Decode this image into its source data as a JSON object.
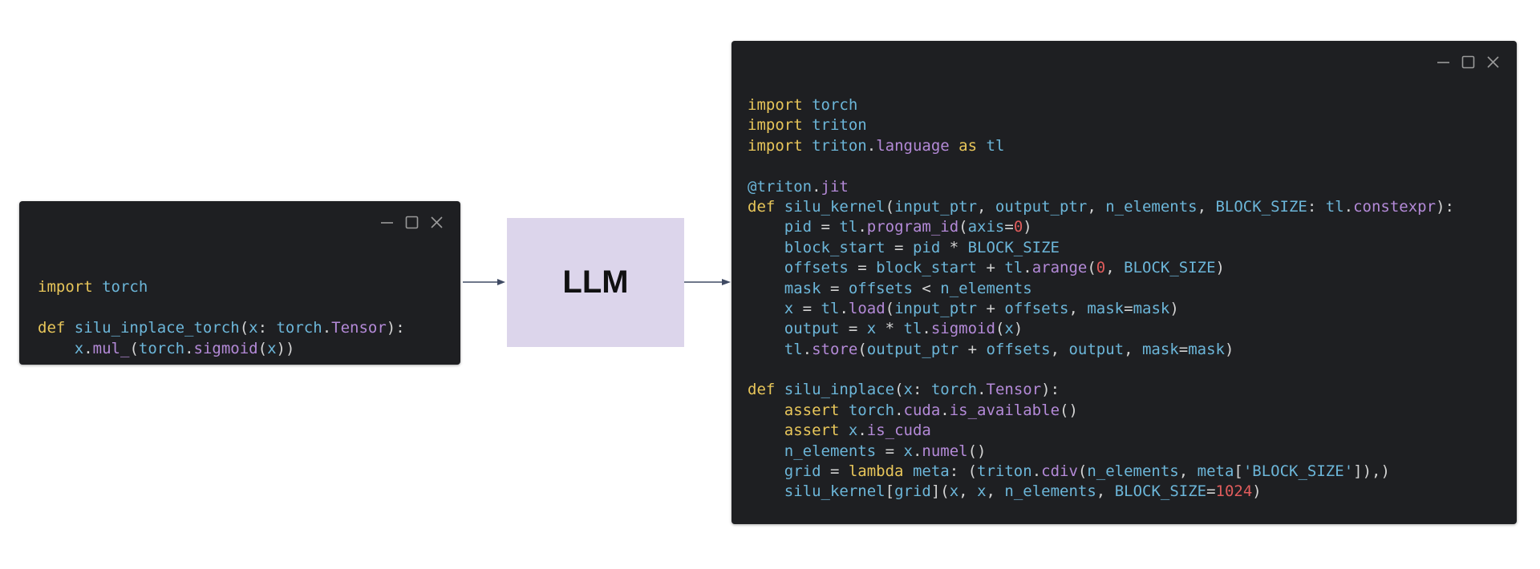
{
  "llm_label": "LLM",
  "left_window": {
    "lines": [
      [],
      [
        [
          "kw",
          "import"
        ],
        [
          "pl",
          " "
        ],
        [
          "mod",
          "torch"
        ]
      ],
      [],
      [
        [
          "kw",
          "def"
        ],
        [
          "pl",
          " "
        ],
        [
          "fn",
          "silu_inplace_torch"
        ],
        [
          "pl",
          "("
        ],
        [
          "fn",
          "x"
        ],
        [
          "pl",
          ": "
        ],
        [
          "mod",
          "torch"
        ],
        [
          "pl",
          "."
        ],
        [
          "attr",
          "Tensor"
        ],
        [
          "pl",
          "):"
        ]
      ],
      [
        [
          "pl",
          "    "
        ],
        [
          "fn",
          "x"
        ],
        [
          "pl",
          "."
        ],
        [
          "attr",
          "mul_"
        ],
        [
          "pl",
          "("
        ],
        [
          "mod",
          "torch"
        ],
        [
          "pl",
          "."
        ],
        [
          "attr",
          "sigmoid"
        ],
        [
          "pl",
          "("
        ],
        [
          "fn",
          "x"
        ],
        [
          "pl",
          "))"
        ]
      ]
    ]
  },
  "right_window": {
    "lines": [
      [
        [
          "kw",
          "import"
        ],
        [
          "pl",
          " "
        ],
        [
          "mod",
          "torch"
        ]
      ],
      [
        [
          "kw",
          "import"
        ],
        [
          "pl",
          " "
        ],
        [
          "mod",
          "triton"
        ]
      ],
      [
        [
          "kw",
          "import"
        ],
        [
          "pl",
          " "
        ],
        [
          "mod",
          "triton"
        ],
        [
          "pl",
          "."
        ],
        [
          "attr",
          "language"
        ],
        [
          "pl",
          " "
        ],
        [
          "kw",
          "as"
        ],
        [
          "pl",
          " "
        ],
        [
          "mod",
          "tl"
        ]
      ],
      [],
      [
        [
          "mod",
          "@triton"
        ],
        [
          "pl",
          "."
        ],
        [
          "attr",
          "jit"
        ]
      ],
      [
        [
          "kw",
          "def"
        ],
        [
          "pl",
          " "
        ],
        [
          "fn",
          "silu_kernel"
        ],
        [
          "pl",
          "("
        ],
        [
          "fn",
          "input_ptr"
        ],
        [
          "pl",
          ", "
        ],
        [
          "fn",
          "output_ptr"
        ],
        [
          "pl",
          ", "
        ],
        [
          "fn",
          "n_elements"
        ],
        [
          "pl",
          ", "
        ],
        [
          "fn",
          "BLOCK_SIZE"
        ],
        [
          "pl",
          ": "
        ],
        [
          "mod",
          "tl"
        ],
        [
          "pl",
          "."
        ],
        [
          "attr",
          "constexpr"
        ],
        [
          "pl",
          "):"
        ]
      ],
      [
        [
          "pl",
          "    "
        ],
        [
          "fn",
          "pid"
        ],
        [
          "pl",
          " = "
        ],
        [
          "mod",
          "tl"
        ],
        [
          "pl",
          "."
        ],
        [
          "attr",
          "program_id"
        ],
        [
          "pl",
          "("
        ],
        [
          "fn",
          "axis"
        ],
        [
          "pl",
          "="
        ],
        [
          "num",
          "0"
        ],
        [
          "pl",
          ")"
        ]
      ],
      [
        [
          "pl",
          "    "
        ],
        [
          "fn",
          "block_start"
        ],
        [
          "pl",
          " = "
        ],
        [
          "fn",
          "pid"
        ],
        [
          "pl",
          " * "
        ],
        [
          "fn",
          "BLOCK_SIZE"
        ]
      ],
      [
        [
          "pl",
          "    "
        ],
        [
          "fn",
          "offsets"
        ],
        [
          "pl",
          " = "
        ],
        [
          "fn",
          "block_start"
        ],
        [
          "pl",
          " + "
        ],
        [
          "mod",
          "tl"
        ],
        [
          "pl",
          "."
        ],
        [
          "attr",
          "arange"
        ],
        [
          "pl",
          "("
        ],
        [
          "num",
          "0"
        ],
        [
          "pl",
          ", "
        ],
        [
          "fn",
          "BLOCK_SIZE"
        ],
        [
          "pl",
          ")"
        ]
      ],
      [
        [
          "pl",
          "    "
        ],
        [
          "fn",
          "mask"
        ],
        [
          "pl",
          " = "
        ],
        [
          "fn",
          "offsets"
        ],
        [
          "pl",
          " < "
        ],
        [
          "fn",
          "n_elements"
        ]
      ],
      [
        [
          "pl",
          "    "
        ],
        [
          "fn",
          "x"
        ],
        [
          "pl",
          " = "
        ],
        [
          "mod",
          "tl"
        ],
        [
          "pl",
          "."
        ],
        [
          "attr",
          "load"
        ],
        [
          "pl",
          "("
        ],
        [
          "fn",
          "input_ptr"
        ],
        [
          "pl",
          " + "
        ],
        [
          "fn",
          "offsets"
        ],
        [
          "pl",
          ", "
        ],
        [
          "fn",
          "mask"
        ],
        [
          "pl",
          "="
        ],
        [
          "fn",
          "mask"
        ],
        [
          "pl",
          ")"
        ]
      ],
      [
        [
          "pl",
          "    "
        ],
        [
          "fn",
          "output"
        ],
        [
          "pl",
          " = "
        ],
        [
          "fn",
          "x"
        ],
        [
          "pl",
          " * "
        ],
        [
          "mod",
          "tl"
        ],
        [
          "pl",
          "."
        ],
        [
          "attr",
          "sigmoid"
        ],
        [
          "pl",
          "("
        ],
        [
          "fn",
          "x"
        ],
        [
          "pl",
          ")"
        ]
      ],
      [
        [
          "pl",
          "    "
        ],
        [
          "mod",
          "tl"
        ],
        [
          "pl",
          "."
        ],
        [
          "attr",
          "store"
        ],
        [
          "pl",
          "("
        ],
        [
          "fn",
          "output_ptr"
        ],
        [
          "pl",
          " + "
        ],
        [
          "fn",
          "offsets"
        ],
        [
          "pl",
          ", "
        ],
        [
          "fn",
          "output"
        ],
        [
          "pl",
          ", "
        ],
        [
          "fn",
          "mask"
        ],
        [
          "pl",
          "="
        ],
        [
          "fn",
          "mask"
        ],
        [
          "pl",
          ")"
        ]
      ],
      [],
      [
        [
          "kw",
          "def"
        ],
        [
          "pl",
          " "
        ],
        [
          "fn",
          "silu_inplace"
        ],
        [
          "pl",
          "("
        ],
        [
          "fn",
          "x"
        ],
        [
          "pl",
          ": "
        ],
        [
          "mod",
          "torch"
        ],
        [
          "pl",
          "."
        ],
        [
          "attr",
          "Tensor"
        ],
        [
          "pl",
          "):"
        ]
      ],
      [
        [
          "pl",
          "    "
        ],
        [
          "kw",
          "assert"
        ],
        [
          "pl",
          " "
        ],
        [
          "mod",
          "torch"
        ],
        [
          "pl",
          "."
        ],
        [
          "attr",
          "cuda"
        ],
        [
          "pl",
          "."
        ],
        [
          "attr",
          "is_available"
        ],
        [
          "pl",
          "()"
        ]
      ],
      [
        [
          "pl",
          "    "
        ],
        [
          "kw",
          "assert"
        ],
        [
          "pl",
          " "
        ],
        [
          "fn",
          "x"
        ],
        [
          "pl",
          "."
        ],
        [
          "attr",
          "is_cuda"
        ]
      ],
      [
        [
          "pl",
          "    "
        ],
        [
          "fn",
          "n_elements"
        ],
        [
          "pl",
          " = "
        ],
        [
          "fn",
          "x"
        ],
        [
          "pl",
          "."
        ],
        [
          "attr",
          "numel"
        ],
        [
          "pl",
          "()"
        ]
      ],
      [
        [
          "pl",
          "    "
        ],
        [
          "fn",
          "grid"
        ],
        [
          "pl",
          " = "
        ],
        [
          "kw",
          "lambda"
        ],
        [
          "pl",
          " "
        ],
        [
          "fn",
          "meta"
        ],
        [
          "pl",
          ": ("
        ],
        [
          "mod",
          "triton"
        ],
        [
          "pl",
          "."
        ],
        [
          "attr",
          "cdiv"
        ],
        [
          "pl",
          "("
        ],
        [
          "fn",
          "n_elements"
        ],
        [
          "pl",
          ", "
        ],
        [
          "fn",
          "meta"
        ],
        [
          "pl",
          "["
        ],
        [
          "str",
          "'BLOCK_SIZE'"
        ],
        [
          "pl",
          "]),)"
        ]
      ],
      [
        [
          "pl",
          "    "
        ],
        [
          "fn",
          "silu_kernel"
        ],
        [
          "pl",
          "["
        ],
        [
          "fn",
          "grid"
        ],
        [
          "pl",
          "]("
        ],
        [
          "fn",
          "x"
        ],
        [
          "pl",
          ", "
        ],
        [
          "fn",
          "x"
        ],
        [
          "pl",
          ", "
        ],
        [
          "fn",
          "n_elements"
        ],
        [
          "pl",
          ", "
        ],
        [
          "fn",
          "BLOCK_SIZE"
        ],
        [
          "pl",
          "="
        ],
        [
          "num",
          "1024"
        ],
        [
          "pl",
          ")"
        ]
      ]
    ]
  },
  "colors": {
    "window_bg": "#1e1f22",
    "keyword": "#e8c65a",
    "identifier": "#6cb6d9",
    "attribute": "#b48ad8",
    "number": "#e05c5c",
    "llm_box": "#dcd5eb",
    "arrow": "#3f4a63"
  },
  "icons": [
    "minimize-icon",
    "maximize-icon",
    "close-icon",
    "arrow-right-icon"
  ]
}
